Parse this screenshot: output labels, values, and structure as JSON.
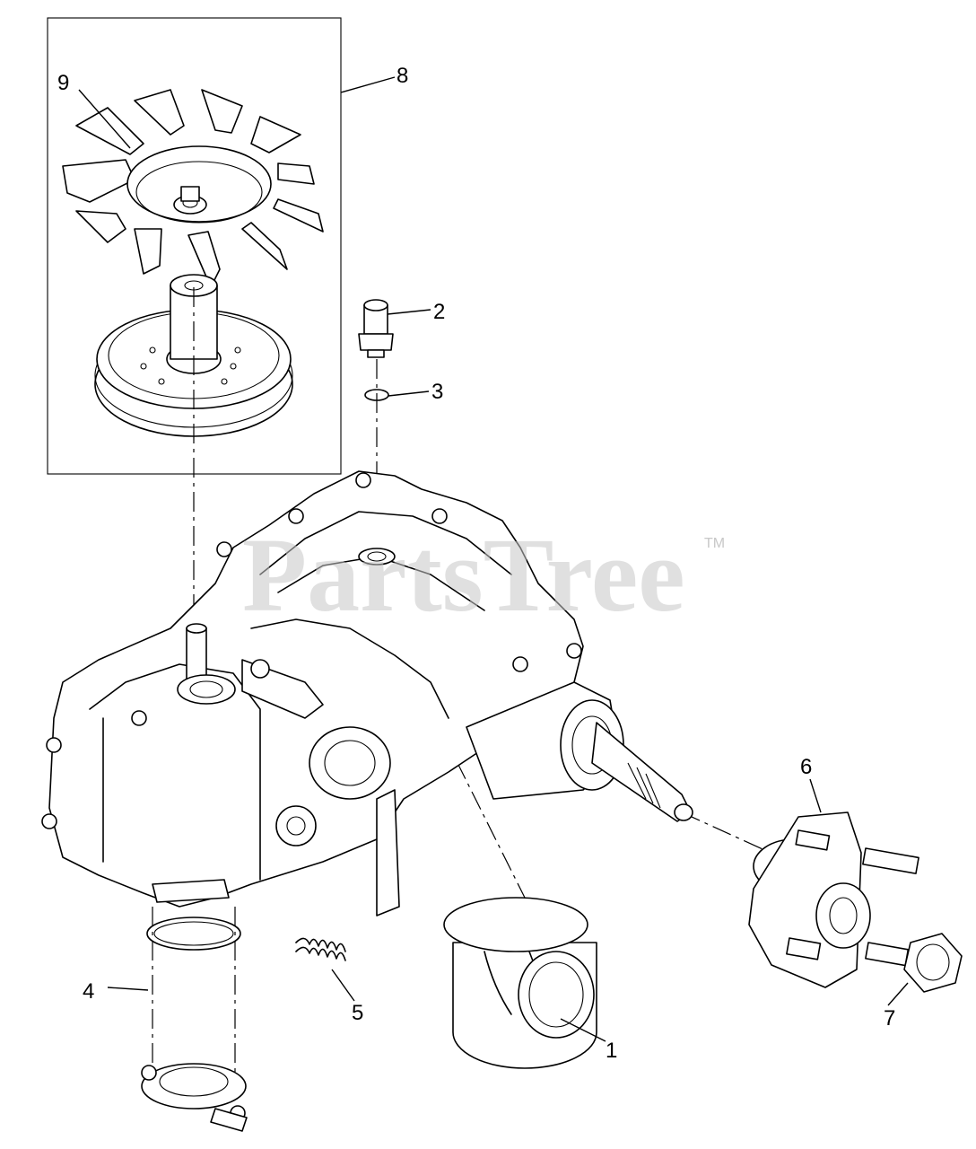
{
  "callouts": {
    "c1": "1",
    "c2": "2",
    "c3": "3",
    "c4": "4",
    "c5": "5",
    "c6": "6",
    "c7": "7",
    "c8": "8",
    "c9": "9"
  },
  "watermark": {
    "text": "PartsTree",
    "trademark": "TM"
  },
  "colors": {
    "ink": "#000000",
    "watermark": "#c8c8c8",
    "background": "#ffffff"
  }
}
